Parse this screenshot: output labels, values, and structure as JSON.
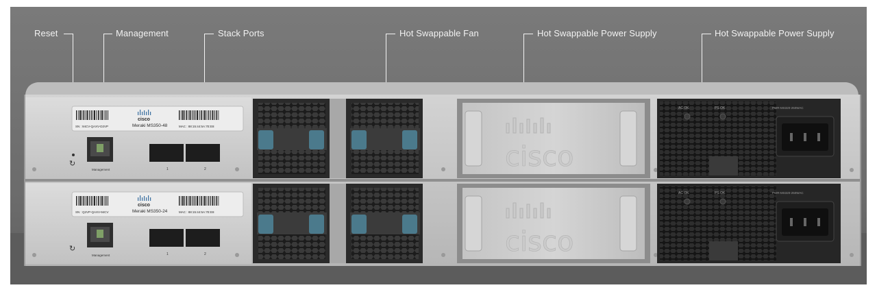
{
  "callouts": {
    "reset": "Reset",
    "management": "Management",
    "stack_ports": "Stack Ports",
    "fan": "Hot Swappable Fan",
    "psu_1": "Hot Swappable Power Supply",
    "psu_2": "Hot Swappable Power Supply"
  },
  "switch_top": {
    "brand": "cisco",
    "model": "Meraki MS350-48",
    "serial": "SN : 94CV-QAXV-D2VP",
    "mac": "MAC : 88:15:44:5A:7E:E8",
    "mgmt_label": "Management",
    "port_1": "1",
    "port_2": "2",
    "psu_ac": "AC OK",
    "psu_ps": "PS OK",
    "psu_model": "PWR-MS320-250WAC"
  },
  "switch_bottom": {
    "brand": "cisco",
    "model": "Meraki MS350-24",
    "serial": "SN : Q2VP-QAXV-94CV",
    "mac": "MAC : 88:15:44:5A:7E:E8",
    "mgmt_label": "Management",
    "port_1": "1",
    "port_2": "2",
    "psu_ac": "AC OK",
    "psu_ps": "PS OK",
    "psu_model": "PWR-MS320-250WAC"
  },
  "colors": {
    "background": "#6f6f6f",
    "chassis": "#c9c9c9",
    "fan_tray": "#2b2b2b",
    "fan_latch": "#4b7a8c",
    "psu": "#262626",
    "callout_text": "#ffffff"
  }
}
